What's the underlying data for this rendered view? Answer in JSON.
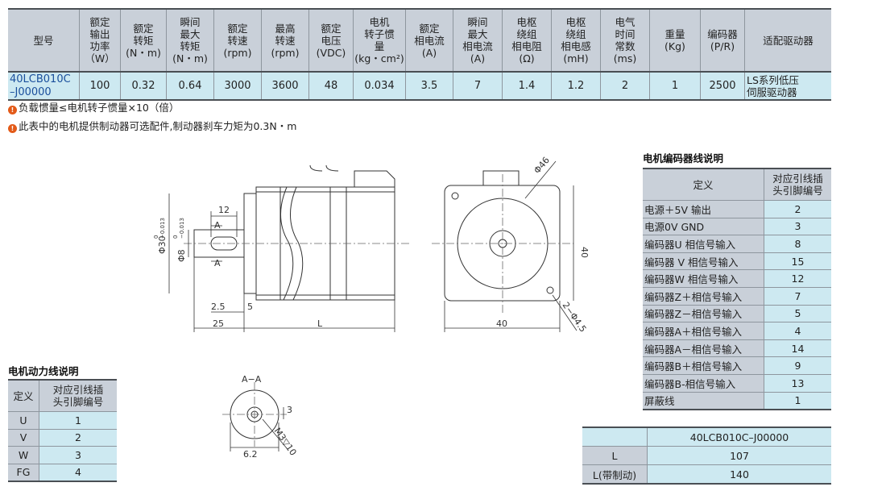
{
  "spec_table": {
    "headers": [
      [
        "型号"
      ],
      [
        "额定",
        "输出",
        "功率",
        "（W）"
      ],
      [
        "额定",
        "转矩",
        "(N・m)"
      ],
      [
        "瞬间",
        "最大",
        "转矩",
        "(N・m)"
      ],
      [
        "额定",
        "转速",
        "(rpm)"
      ],
      [
        "最高",
        "转速",
        "(rpm)"
      ],
      [
        "额定",
        "电压",
        "(VDC)"
      ],
      [
        "电机",
        "转子惯",
        "量",
        "(kg・cm²)"
      ],
      [
        "额定",
        "相电流",
        "(A)"
      ],
      [
        "瞬间",
        "最大",
        "相电流",
        "(A)"
      ],
      [
        "电枢",
        "绕组",
        "相电阻",
        "(Ω)"
      ],
      [
        "电枢",
        "绕组",
        "相电感",
        "(mH)"
      ],
      [
        "电气",
        "时间",
        "常数",
        "(ms)"
      ],
      [
        "重量",
        "(Kg)"
      ],
      [
        "编码器",
        "(P/R)"
      ],
      [
        "适配驱动器"
      ]
    ],
    "row": {
      "model": [
        "40LCB010C",
        "–J00000"
      ],
      "values": [
        "100",
        "0.32",
        "0.64",
        "3000",
        "3600",
        "48",
        "0.034",
        "3.5",
        "7",
        "1.4",
        "1.2",
        "2",
        "1",
        "2500"
      ],
      "driver": [
        "LS系列低压",
        "伺服驱动器"
      ]
    }
  },
  "notes": [
    "负载惯量≤电机转子惯量×10（倍）",
    "此表中的电机提供制动器可选配件,制动器刹车力矩为0.3N・m"
  ],
  "note_mark": "!",
  "encoder_section": {
    "title": "电机编码器线说明",
    "header_def": "定义",
    "header_pin": [
      "对应引线插",
      "头引脚编号"
    ],
    "rows": [
      {
        "def": "电源＋5V 输出",
        "pin": "2"
      },
      {
        "def": "电源0V GND",
        "pin": "3"
      },
      {
        "def": "编码器U 相信号输入",
        "pin": "8"
      },
      {
        "def": "编码器 V 相信号输入",
        "pin": "15"
      },
      {
        "def": "编码器W 相信号输入",
        "pin": "12"
      },
      {
        "def": "编码器Z＋相信号输入",
        "pin": "7"
      },
      {
        "def": "编码器Z－相信号输入",
        "pin": "5"
      },
      {
        "def": "编码器A＋相信号输入",
        "pin": "4"
      },
      {
        "def": "编码器A－相信号输入",
        "pin": "14"
      },
      {
        "def": "编码器B＋相信号输入",
        "pin": "9"
      },
      {
        "def": "编码器B-相信号输入",
        "pin": "13"
      },
      {
        "def": "屏蔽线",
        "pin": "1"
      }
    ]
  },
  "power_section": {
    "title": "电机动力线说明",
    "header_def": "定义",
    "header_pin": [
      "对应引线插",
      "头引脚编号"
    ],
    "rows": [
      {
        "def": "U",
        "pin": "1"
      },
      {
        "def": "V",
        "pin": "2"
      },
      {
        "def": "W",
        "pin": "3"
      },
      {
        "def": "FG",
        "pin": "4"
      }
    ]
  },
  "dimension_table": {
    "model": "40LCB010C–J00000",
    "rows": [
      {
        "label": "L",
        "value": "107"
      },
      {
        "label": "L(带制动)",
        "value": "140"
      }
    ]
  },
  "drawing_labels": {
    "dim_12": "12",
    "section_a": "A",
    "phi30": "Φ30",
    "phi30_tol_upper": "0",
    "phi30_tol_lower": "−0.013",
    "phi8": "Φ8",
    "phi8_tol_upper": "0",
    "phi8_tol_lower": "−0.013",
    "dim_2_5": "2.5",
    "dim_5": "5",
    "dim_25": "25",
    "dim_L": "L",
    "phi46": "Φ46",
    "dim_40_v": "40",
    "dim_40_h": "40",
    "holes": "2−Φ4.5",
    "section_aa": "A−A",
    "dim_3": "3",
    "dim_6_2": "6.2",
    "thread": "M3",
    "thread_depth": "▽10"
  }
}
